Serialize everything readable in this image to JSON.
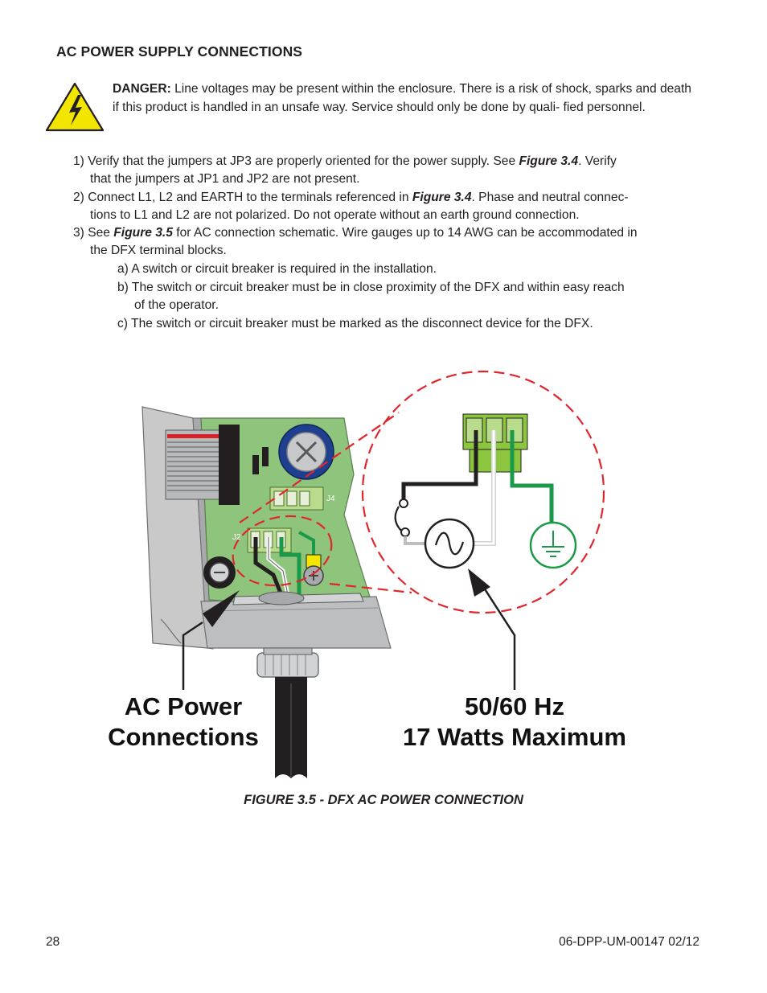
{
  "section_title": "AC POWER SUPPLY CONNECTIONS",
  "danger": {
    "label": "DANGER:",
    "text": " Line voltages may be present within the enclosure. There is a risk of shock, sparks and death if this product is handled in an unsafe way. Service should only be done by quali- fied personnel."
  },
  "steps": {
    "s1_a": "1) Verify that the jumpers at JP3 are properly oriented for the power supply. See ",
    "s1_ref": "Figure 3.4",
    "s1_b": ". Verify",
    "s1_line2": "that the jumpers at JP1 and JP2 are not present.",
    "s2_a": "2) Connect L1, L2 and EARTH to the terminals referenced in ",
    "s2_ref": "Figure 3.4",
    "s2_b": ". Phase and neutral connec-",
    "s2_line2": "tions to L1 and L2 are not polarized. Do not operate without an earth ground connection.",
    "s3_a": "3) See ",
    "s3_ref": "Figure 3.5",
    "s3_b": " for AC connection schematic. Wire gauges up to 14 AWG can be accommodated in",
    "s3_line2": "the DFX terminal blocks.",
    "a": "a) A switch or circuit breaker is required in the installation.",
    "b_line1": "b) The switch or circuit breaker must be in close proximity of the DFX and within easy reach",
    "b_line2": "of the operator.",
    "c": "c) The switch or circuit breaker must be marked as the disconnect device for the DFX."
  },
  "figure": {
    "j4_label": "J4",
    "j2_label": "J2",
    "callout_left_line1": "AC Power",
    "callout_left_line2": "Connections",
    "callout_right_line1": "50/60 Hz",
    "callout_right_line2": "17 Watts Maximum",
    "caption": "FIGURE 3.5 - DFX AC POWER CONNECTION"
  },
  "footer": {
    "page_number": "28",
    "doc_id": "06-DPP-UM-00147  02/12"
  },
  "colors": {
    "warning_yellow": "#f2e600",
    "pcb_green": "#8fc47c",
    "callout_red": "#e0262c",
    "earth_green": "#1a9a48",
    "terminal_green": "#8cc63f"
  }
}
